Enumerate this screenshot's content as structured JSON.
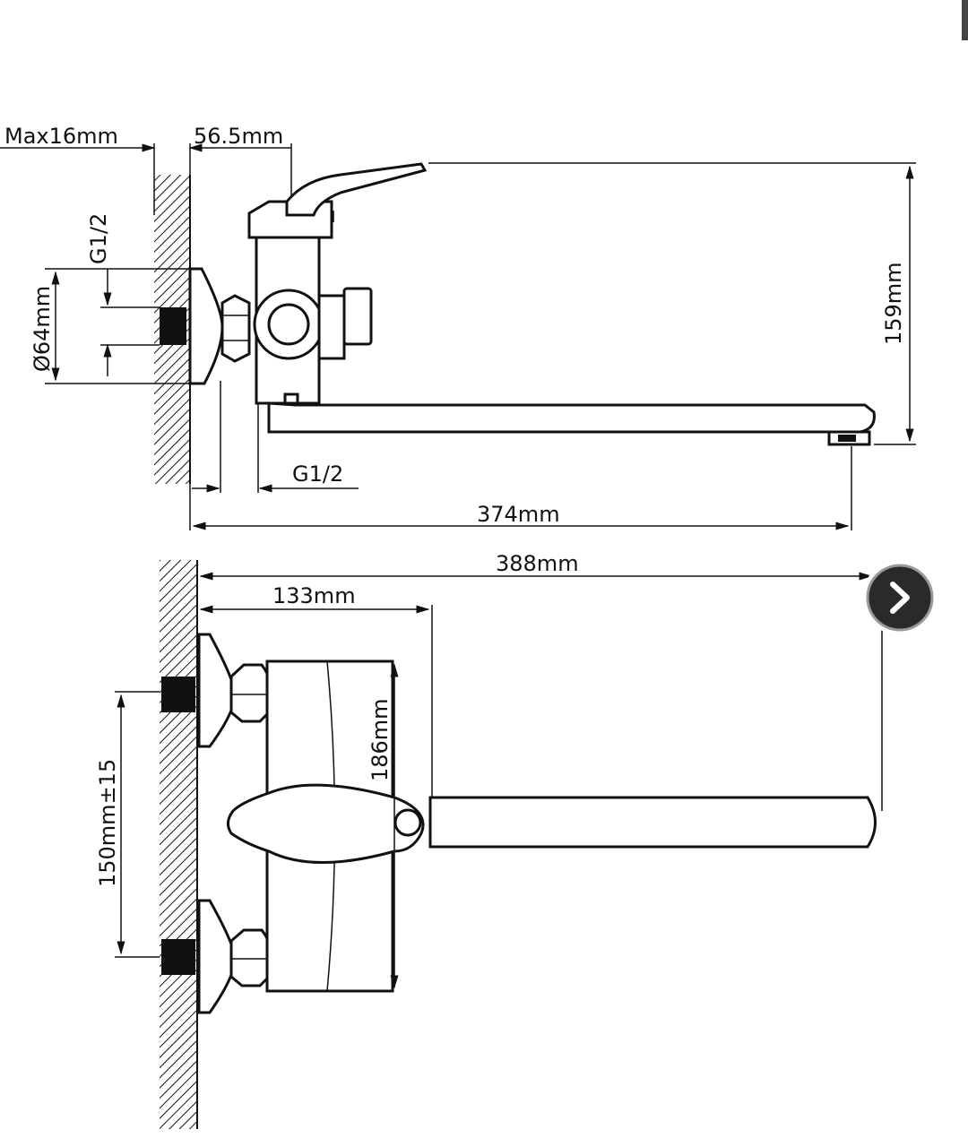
{
  "side_view": {
    "max_wall": "Max16mm",
    "offset": "56.5mm",
    "thread_left": "G1/2",
    "diameter": "Ø64mm",
    "height": "159mm",
    "thread_bottom": "G1/2",
    "spout_length": "374mm"
  },
  "top_view": {
    "total_length": "388mm",
    "body_depth": "133mm",
    "body_width": "186mm",
    "centers": "150mm±15"
  },
  "nav": {
    "next_icon": "chevron-right-icon"
  }
}
